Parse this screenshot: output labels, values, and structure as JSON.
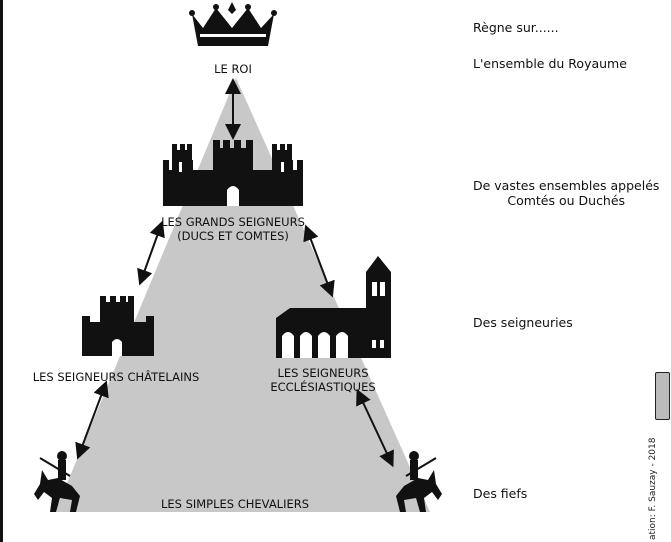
{
  "pyramid": {
    "king": "LE ROI",
    "grand_lords": [
      "LES GRANDS SEIGNEURS",
      "(DUCS ET COMTES)"
    ],
    "castellan_lords": "LES SEIGNEURS CHÂTELAINS",
    "church_lords": [
      "LES SEIGNEURS",
      "ECCLÉSIASTIQUES"
    ],
    "knights": "LES SIMPLES CHEVALIERS"
  },
  "right_column": {
    "header": "Règne sur......",
    "kingdom": "L'ensemble du Royaume",
    "counties": [
      "De vastes ensembles appelés",
      "Comtés ou Duchés"
    ],
    "lordships": "Des seigneuries",
    "fiefs": "Des fiefs"
  },
  "credit": "ation: F. Sauzay - 2018",
  "colors": {
    "pyramid_fill": "#c8c8c8",
    "ink": "#111111",
    "background": "#ffffff"
  },
  "icons": [
    "crown-icon",
    "large-castle-icon",
    "small-castle-icon",
    "church-icon",
    "knight-on-horse-icon",
    "creative-commons-icon"
  ]
}
